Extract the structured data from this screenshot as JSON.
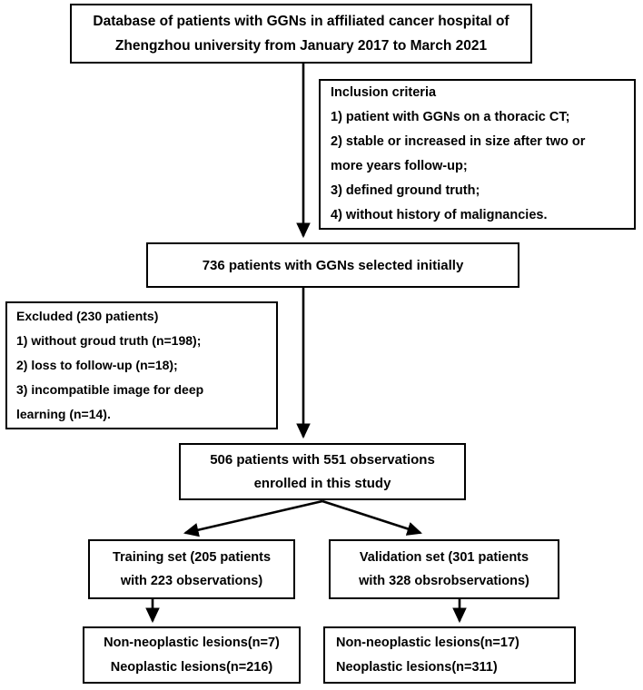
{
  "diagram": {
    "title": "Patient selection flowchart",
    "stroke_color": "#000000",
    "background_color": "#ffffff",
    "nodes": {
      "database": {
        "lines": [
          "Database of patients with GGNs in affiliated cancer hospital of",
          "Zhengzhou university from January 2017 to March 2021"
        ]
      },
      "inclusion": {
        "lines": [
          "Inclusion criteria",
          "1) patient with GGNs on a thoracic CT;",
          "2) stable or increased in size after two or",
          "more years follow-up;",
          "3) defined ground truth;",
          "4) without history of malignancies."
        ]
      },
      "selected": {
        "lines": [
          "736 patients with GGNs selected initially"
        ]
      },
      "excluded": {
        "lines": [
          "Excluded (230 patients)",
          "1) without groud truth (n=198);",
          "2) loss to follow-up (n=18);",
          "3) incompatible image for deep",
          "learning (n=14)."
        ]
      },
      "enrolled": {
        "lines": [
          "506 patients with 551 observations",
          "enrolled in this study"
        ]
      },
      "training": {
        "lines": [
          "Training set (205 patients",
          "with 223 observations)"
        ]
      },
      "validation": {
        "lines": [
          "Validation set (301 patients",
          "with 328 obsrobservations)"
        ]
      },
      "train_lesions": {
        "lines": [
          "Non-neoplastic lesions(n=7)",
          "Neoplastic lesions(n=216)"
        ]
      },
      "val_lesions": {
        "lines": [
          "Non-neoplastic lesions(n=17)",
          "Neoplastic lesions(n=311)"
        ]
      }
    }
  }
}
